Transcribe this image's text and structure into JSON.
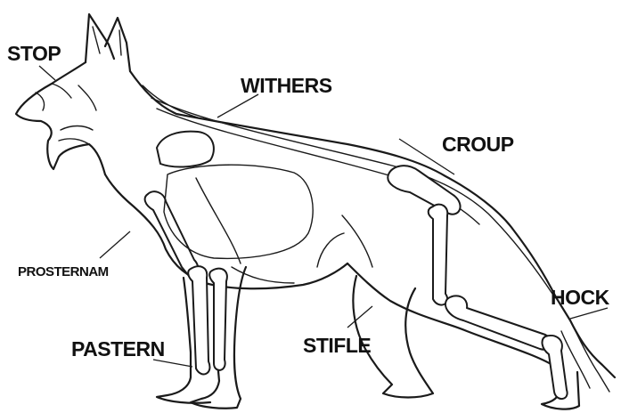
{
  "labels": {
    "stop": "STOP",
    "withers": "WITHERS",
    "croup": "CROUP",
    "prosternam": "PROSTERNAM",
    "hock": "HOCK",
    "pastern": "PASTERN",
    "stifle": "STIFLE"
  },
  "colors": {
    "ink": "#1a1a1a",
    "background": "#ffffff"
  }
}
